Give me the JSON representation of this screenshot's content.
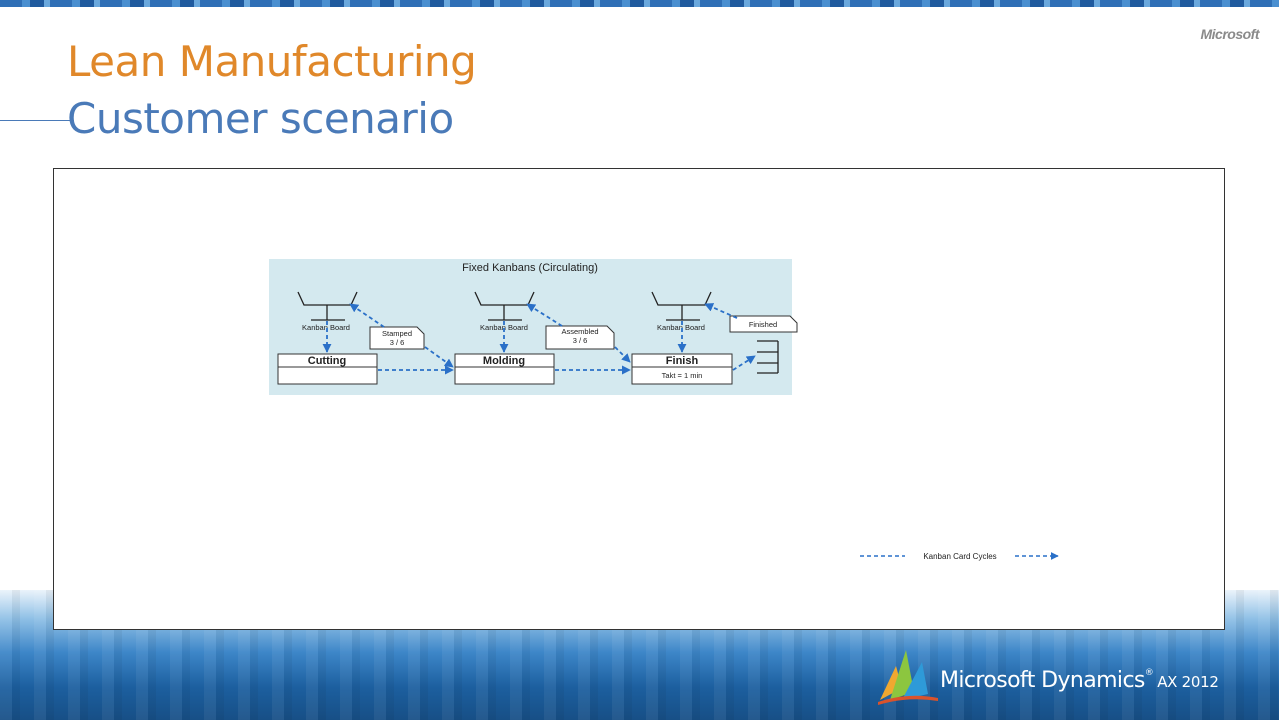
{
  "slide": {
    "title_line1": "Lean Manufacturing",
    "title_line2": "Customer scenario",
    "corner_logo": "Microsoft",
    "brand_name": "Microsoft Dynamics",
    "brand_trademark": "®",
    "brand_version": "AX 2012"
  },
  "diagram": {
    "title": "Fixed Kanbans (Circulating)",
    "boards": [
      {
        "label": "Kanban Board"
      },
      {
        "label": "Kanban Board"
      },
      {
        "label": "Kanban Board"
      }
    ],
    "stations": [
      {
        "name": "Cutting",
        "detail": ""
      },
      {
        "name": "Molding",
        "detail": ""
      },
      {
        "name": "Finish",
        "detail": "Takt = 1 min"
      }
    ],
    "cards": [
      {
        "line1": "Stamped",
        "line2": "3 / 6"
      },
      {
        "line1": "Assembled",
        "line2": "3 / 6"
      },
      {
        "line1": "Finished",
        "line2": ""
      }
    ],
    "legend": "Kanban Card Cycles"
  },
  "colors": {
    "title_orange": "#e0882a",
    "title_blue": "#4a7ab8",
    "diagram_bg": "#d4e9ef",
    "arrow_blue": "#2a70c8"
  }
}
